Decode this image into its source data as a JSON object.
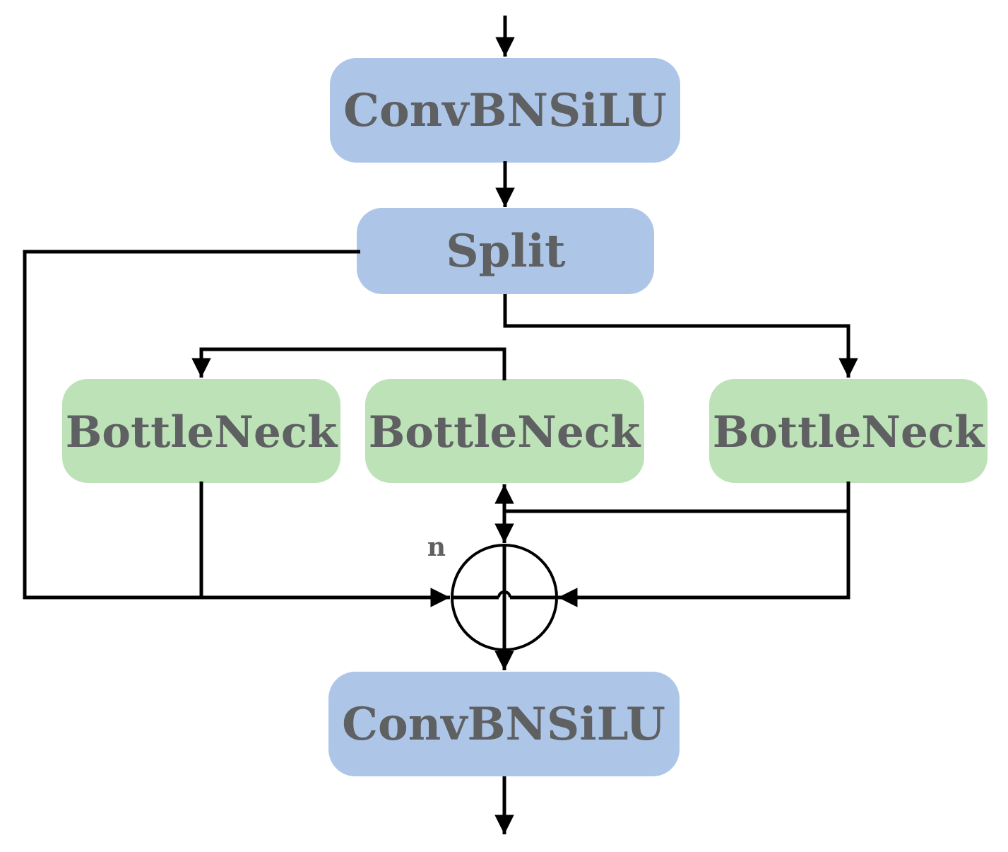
{
  "colors": {
    "conv_fill": "#adc6e8",
    "bottleneck_fill": "#bde2b8",
    "text": "#5f6062",
    "line": "#000000"
  },
  "nodes": {
    "conv_top": "ConvBNSiLU",
    "split": "Split",
    "bottleneck_left": "BottleNeck",
    "bottleneck_middle": "BottleNeck",
    "bottleneck_right": "BottleNeck",
    "conv_bottom": "ConvBNSiLU"
  },
  "concat_label": "n",
  "concat_symbol": "circled-plus-icon"
}
